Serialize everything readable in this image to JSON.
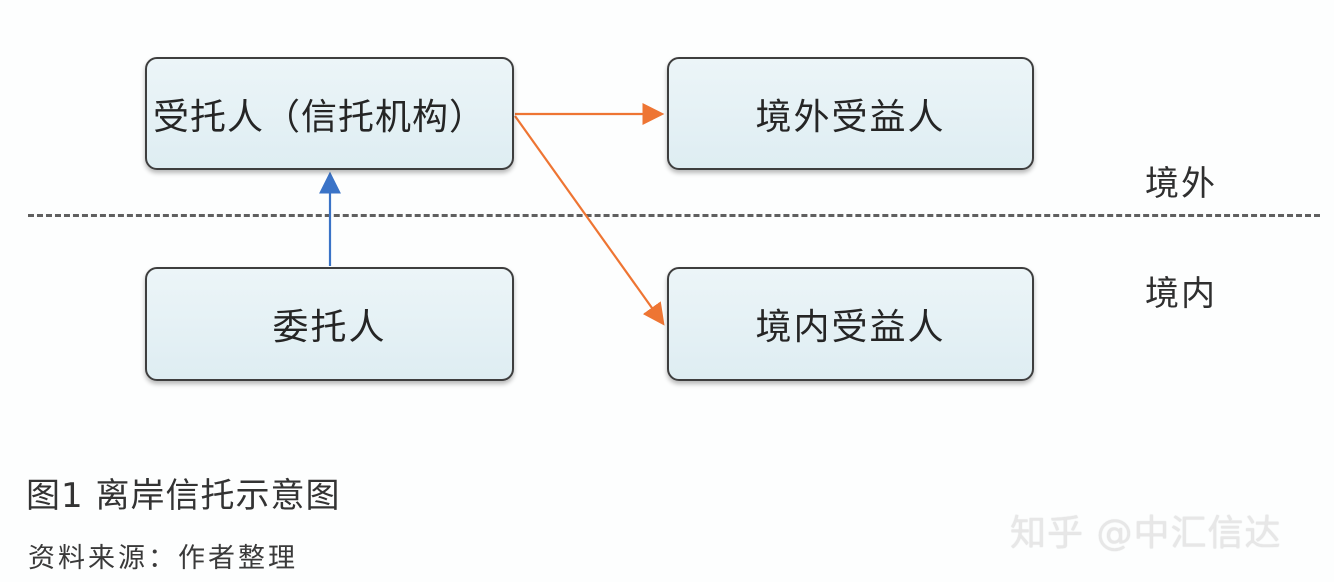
{
  "diagram": {
    "nodes": {
      "trustee": "受托人（信托机构）",
      "offshore_beneficiary": "境外受益人",
      "settlor": "委托人",
      "onshore_beneficiary": "境内受益人"
    },
    "regions": {
      "offshore": "境外",
      "onshore": "境内"
    },
    "edge_colors": {
      "settlor_to_trustee": "#3a73c7",
      "trustee_to_beneficiaries": "#ee7533"
    }
  },
  "caption": {
    "title": "图1 离岸信托示意图",
    "source": "资料来源：作者整理"
  },
  "watermark": {
    "text": "知乎 @中汇信达"
  }
}
